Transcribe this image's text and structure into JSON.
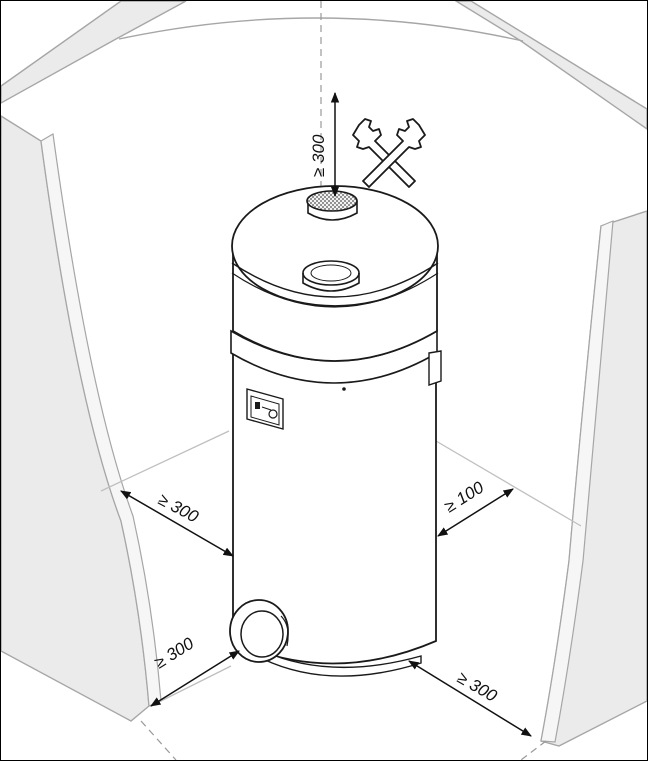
{
  "dimensions": {
    "top_clearance": "≥ 300",
    "left_clearance": "≥ 300",
    "right_clearance": "≥ 100",
    "front_left_clearance": "≥ 300",
    "front_right_clearance": "≥ 300"
  },
  "colors": {
    "wall": "#ebebeb",
    "wall_edge": "#a6a6a6",
    "outline": "#1a1a1a",
    "floor_line": "#bfbfbf"
  },
  "icons": [
    "wrench-cross-icon",
    "control-panel-icon"
  ]
}
